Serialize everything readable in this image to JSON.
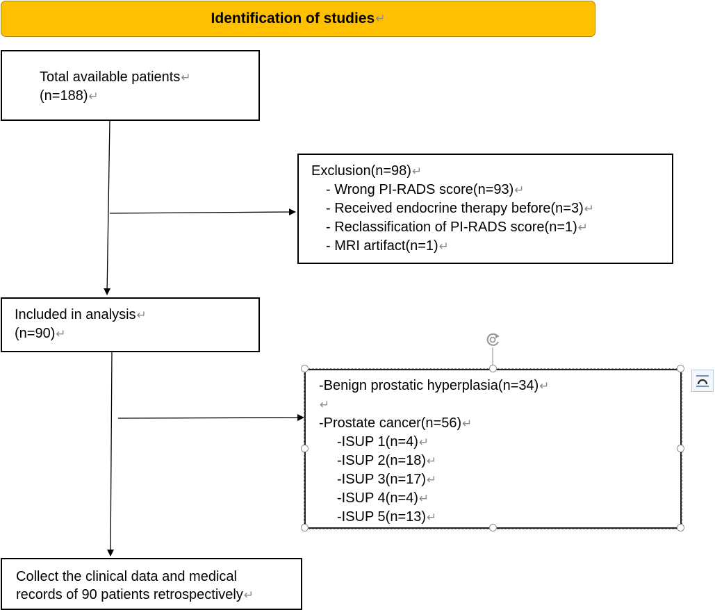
{
  "title": "Identification of studies",
  "return_mark": "↵",
  "boxes": {
    "total": {
      "lines": [
        "Total available patients",
        "(n=188)"
      ]
    },
    "exclusion": {
      "lines": [
        "Exclusion(n=98)",
        "- Wrong PI-RADS score(n=93)",
        "- Received endocrine therapy before(n=3)",
        "- Reclassification of PI-RADS score(n=1)",
        "- MRI artifact(n=1)"
      ]
    },
    "included": {
      "lines": [
        "Included in analysis",
        "(n=90)"
      ]
    },
    "diagnosis": {
      "lines": [
        "-Benign prostatic hyperplasia(n=34)",
        "",
        "-Prostate cancer(n=56)",
        "-ISUP 1(n=4)",
        "-ISUP 2(n=18)",
        "-ISUP 3(n=17)",
        "-ISUP 4(n=4)",
        "-ISUP 5(n=13)"
      ]
    },
    "collect": {
      "lines": [
        "Collect the clinical data and medical",
        "records of 90 patients retrospectively"
      ]
    }
  }
}
